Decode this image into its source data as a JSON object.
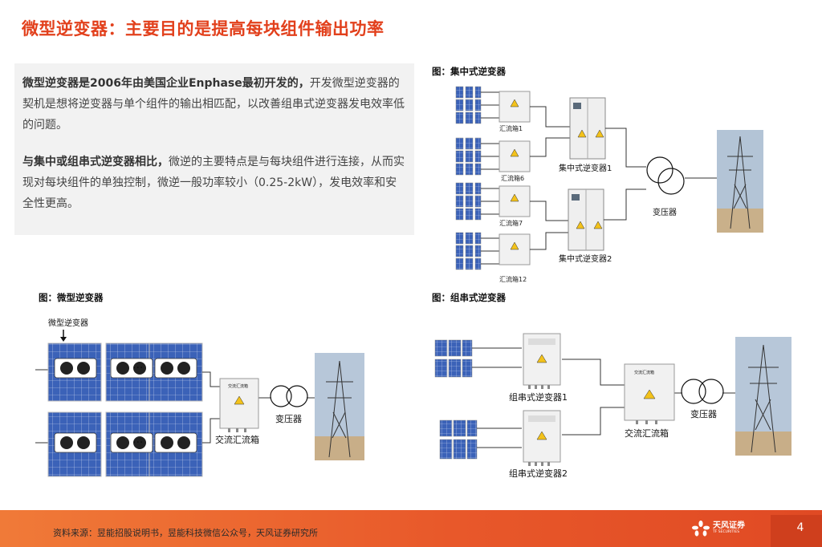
{
  "slide": {
    "title": "微型逆变器：主要目的是提高每块组件输出功率",
    "page_number": "4"
  },
  "intro": {
    "p1_bold": "微型逆变器是2006年由美国企业Enphase最初开发的，",
    "p1_rest": "开发微型逆变器的契机是想将逆变器与单个组件的输出相匹配，以改善组串式逆变器发电效率低的问题。",
    "p2_bold": "与集中或组串式逆变器相比，",
    "p2_rest": "微逆的主要特点是与每块组件进行连接，从而实现对每块组件的单独控制，微逆一般功率较小（0.25-2kW），发电效率和安全性更高。"
  },
  "figures": {
    "central": {
      "caption": "图：集中式逆变器",
      "box1": "汇流箱1",
      "box6": "汇流箱6",
      "box7": "汇流箱7",
      "box12": "汇流箱12",
      "inv1": "集中式逆变器1",
      "inv2": "集中式逆变器2",
      "transformer": "变压器"
    },
    "micro": {
      "caption": "图：微型逆变器",
      "micro_label": "微型逆变器",
      "ac_box": "交流汇流箱",
      "transformer": "变压器",
      "box_plate": "交流汇流箱"
    },
    "string": {
      "caption": "图：组串式逆变器",
      "inv1": "组串式逆变器1",
      "inv2": "组串式逆变器2",
      "ac_box": "交流汇流箱",
      "transformer": "变压器",
      "box_plate": "交流汇流箱"
    }
  },
  "footer": {
    "source": "资料来源：昱能招股说明书，昱能科技微信公众号，天风证券研究所",
    "logo_cn": "天风证券",
    "logo_en": "TF SECURITIES"
  },
  "colors": {
    "accent": "#e2401c",
    "footer": "#e8582a",
    "panel_blue": "#3b62b8"
  }
}
